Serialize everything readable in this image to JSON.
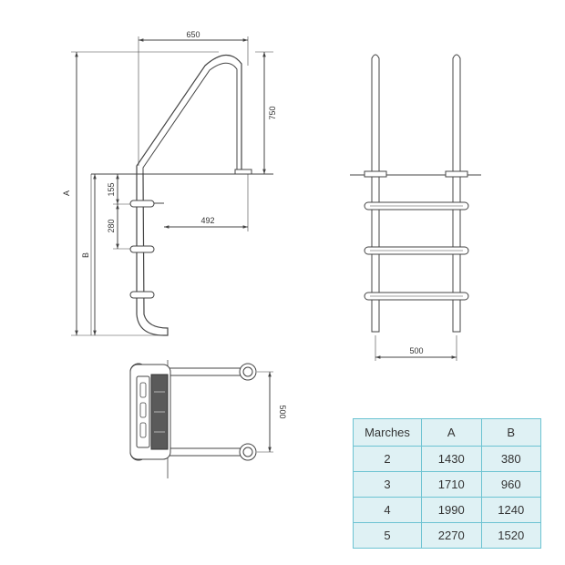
{
  "diagram": {
    "side_view": {
      "dim_width": "650",
      "dim_handrail_height": "750",
      "dim_first_step": "155",
      "dim_step_spacing": "280",
      "dim_projection": "492",
      "dim_A": "A",
      "dim_B": "B"
    },
    "front_view": {
      "dim_width": "500"
    },
    "top_view": {
      "dim_width": "500"
    }
  },
  "table": {
    "headers": [
      "Marches",
      "A",
      "B"
    ],
    "rows": [
      [
        "2",
        "1430",
        "380"
      ],
      [
        "3",
        "1710",
        "960"
      ],
      [
        "4",
        "1990",
        "1240"
      ],
      [
        "5",
        "2270",
        "1520"
      ]
    ]
  },
  "colors": {
    "line": "#444444",
    "table_fill": "#dff1f4",
    "table_border": "#6cc3d2"
  }
}
